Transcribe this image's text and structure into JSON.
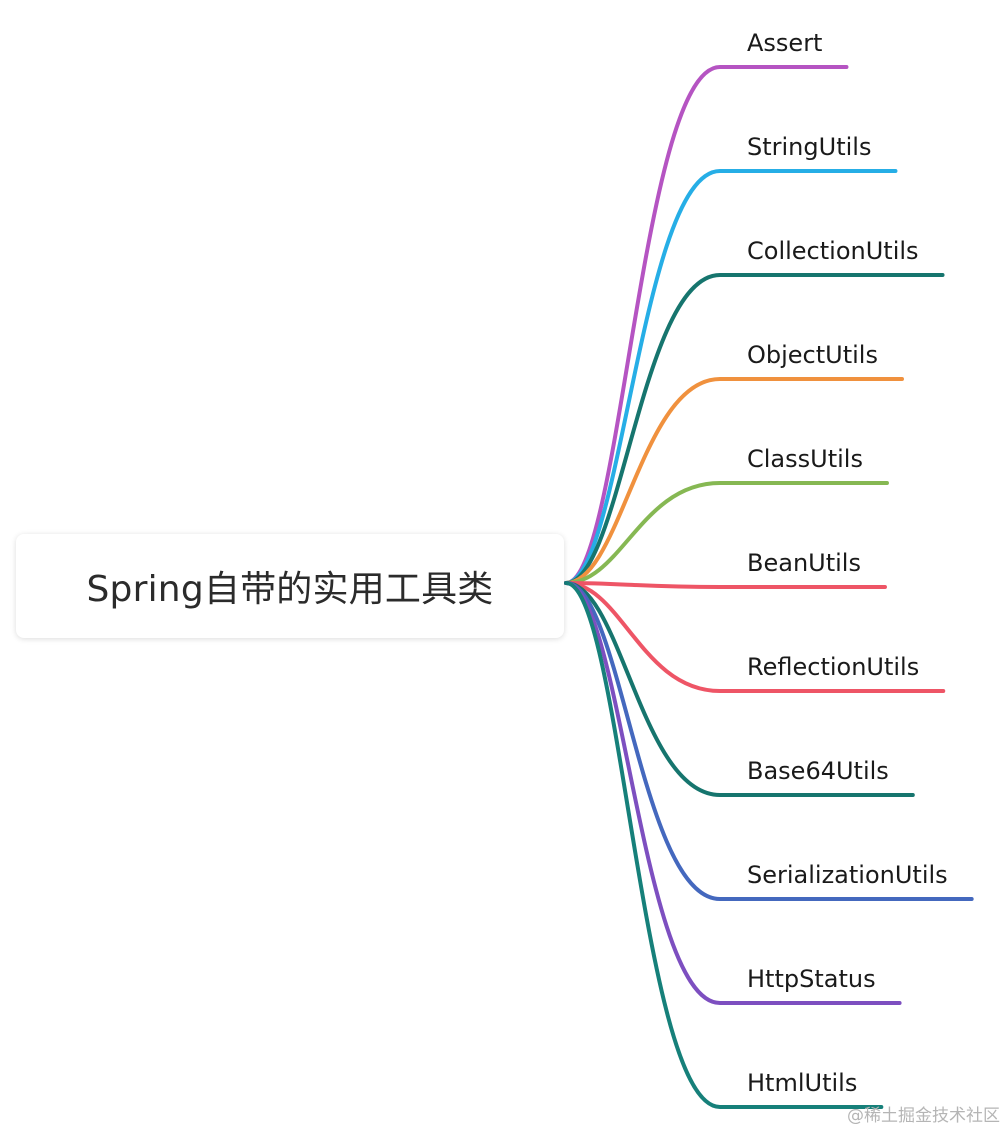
{
  "root": {
    "label": "Spring自带的实用工具类"
  },
  "branches": [
    {
      "label": "Assert",
      "color": "#B554C2"
    },
    {
      "label": "StringUtils",
      "color": "#26AEE6"
    },
    {
      "label": "CollectionUtils",
      "color": "#16756E"
    },
    {
      "label": "ObjectUtils",
      "color": "#F0913E"
    },
    {
      "label": "ClassUtils",
      "color": "#86B853"
    },
    {
      "label": "BeanUtils",
      "color": "#EE5566"
    },
    {
      "label": "ReflectionUtils",
      "color": "#EE5566"
    },
    {
      "label": "Base64Utils",
      "color": "#16756E"
    },
    {
      "label": "SerializationUtils",
      "color": "#4468BE"
    },
    {
      "label": "HttpStatus",
      "color": "#7D4FC0"
    },
    {
      "label": "HtmlUtils",
      "color": "#16807A"
    }
  ],
  "watermark": "@稀土掘金技术社区"
}
